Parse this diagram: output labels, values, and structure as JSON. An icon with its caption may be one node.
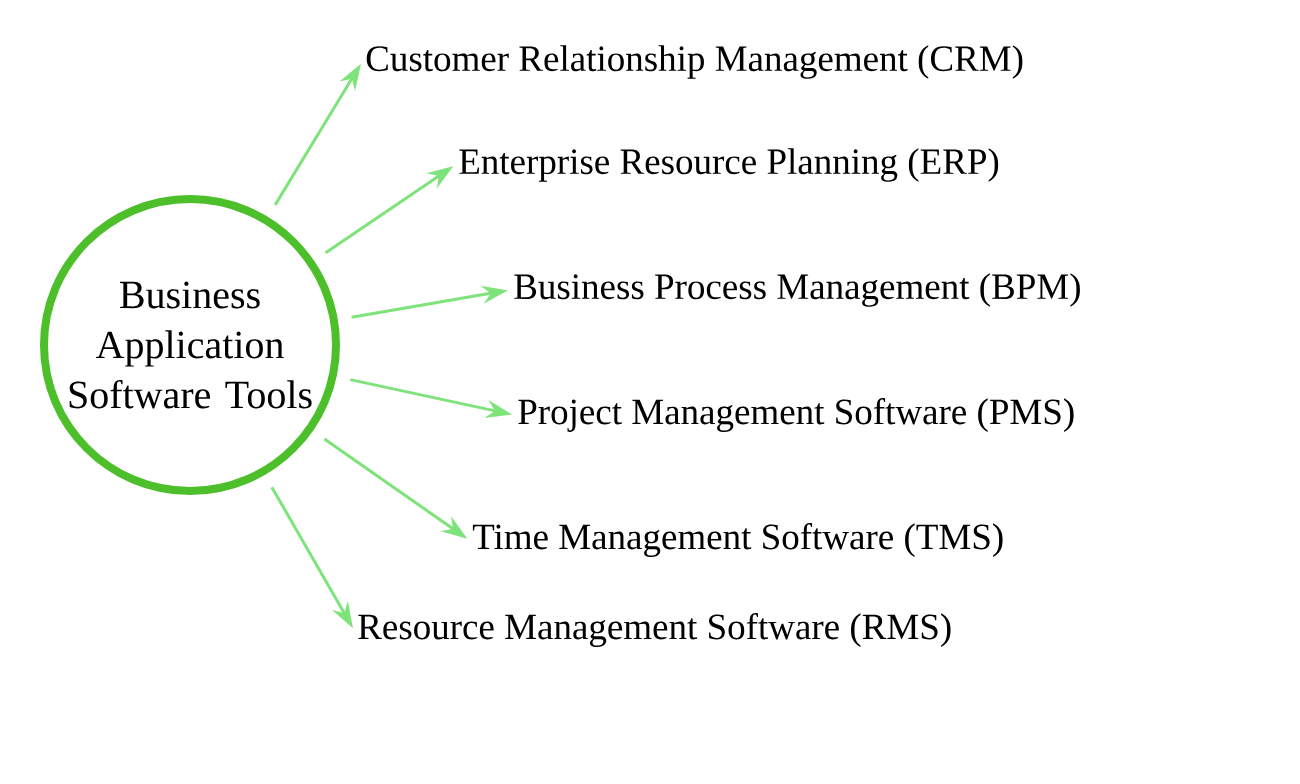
{
  "diagram": {
    "nodes": [
      {
        "text": [
          "Business Application Software Tools"
        ]
      },
      {
        "text": [
          "Customer Relationship Management (CRM)"
        ]
      },
      {
        "text": [
          "Enterprise Resource Planning (ERP)"
        ]
      },
      {
        "text": [
          "Business Process Management (BPM)"
        ]
      },
      {
        "text": [
          "Project Management Software (PMS)"
        ]
      },
      {
        "text": [
          "Time Management Software (TMS)"
        ]
      },
      {
        "text": [
          "Resource Management Software (RMS)"
        ]
      }
    ],
    "edges": [
      {
        "from": 0,
        "to": 1,
        "arrow": "to"
      },
      {
        "from": 0,
        "to": 2,
        "arrow": "to"
      },
      {
        "from": 0,
        "to": 3,
        "arrow": "to"
      },
      {
        "from": 0,
        "to": 4,
        "arrow": "to"
      },
      {
        "from": 0,
        "to": 5,
        "arrow": "to"
      },
      {
        "from": 0,
        "to": 6,
        "arrow": "to"
      }
    ]
  }
}
